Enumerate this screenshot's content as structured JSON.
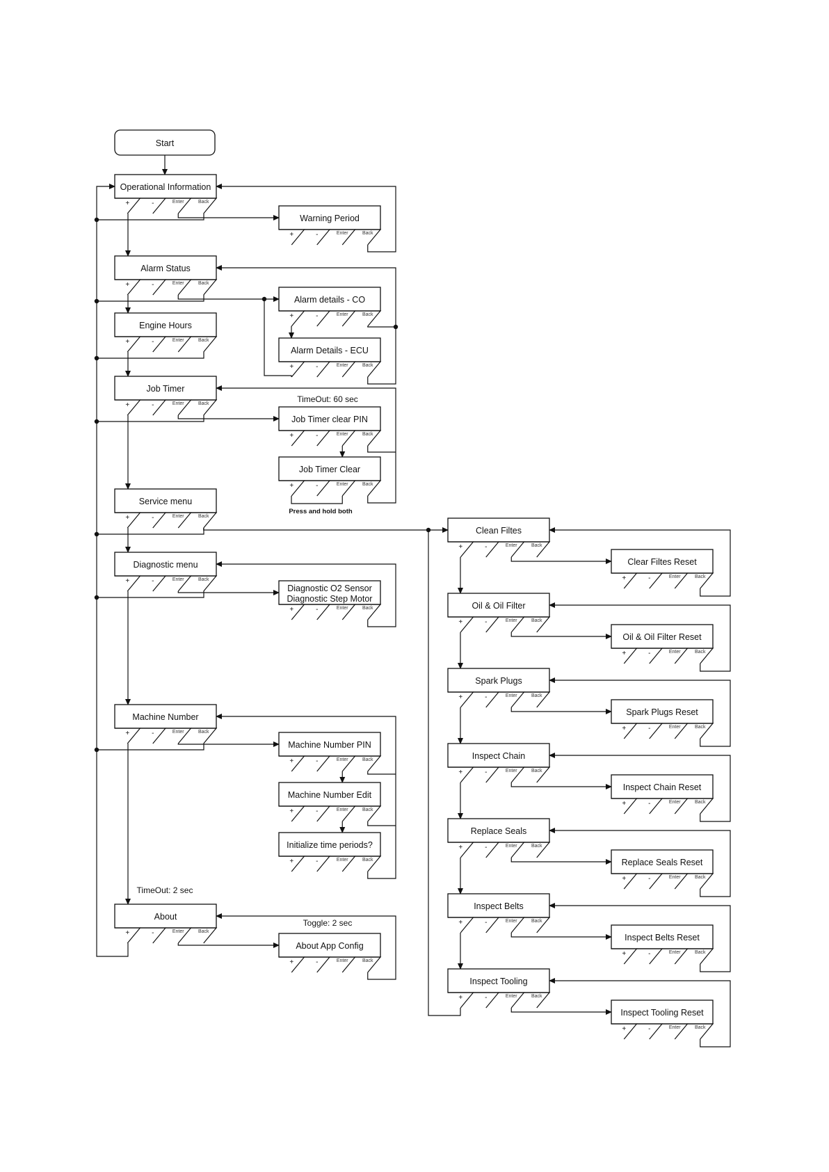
{
  "buttons": {
    "plus": "+",
    "minus": "-",
    "enter": "Enter",
    "back": "Back"
  },
  "start": "Start",
  "left_menus": [
    {
      "id": "operational",
      "label": "Operational Information"
    },
    {
      "id": "alarm",
      "label": "Alarm Status"
    },
    {
      "id": "engine",
      "label": "Engine Hours"
    },
    {
      "id": "jobtimer",
      "label": "Job Timer"
    },
    {
      "id": "service",
      "label": "Service menu"
    },
    {
      "id": "diagnostic",
      "label": "Diagnostic menu"
    },
    {
      "id": "machinenumber",
      "label": "Machine Number"
    },
    {
      "id": "about",
      "label": "About"
    }
  ],
  "sub_screens": [
    {
      "id": "warning",
      "label": "Warning Period"
    },
    {
      "id": "alarm-co",
      "label": "Alarm details - CO"
    },
    {
      "id": "alarm-ecu",
      "label": "Alarm Details - ECU"
    },
    {
      "id": "job-pin",
      "label": "Job Timer clear PIN"
    },
    {
      "id": "job-clear",
      "label": "Job Timer Clear"
    },
    {
      "id": "diag-sub",
      "label": [
        "Diagnostic O2 Sensor",
        "Diagnostic Step Motor"
      ]
    },
    {
      "id": "mn-pin",
      "label": "Machine Number PIN"
    },
    {
      "id": "mn-edit",
      "label": "Machine Number Edit"
    },
    {
      "id": "mn-init",
      "label": "Initialize time periods?"
    },
    {
      "id": "about-cfg",
      "label": "About App Config"
    }
  ],
  "service_items": [
    {
      "id": "clean-filters",
      "label": "Clean Filtes",
      "reset": "Clear Filtes Reset"
    },
    {
      "id": "oil-filter",
      "label": "Oil & Oil Filter",
      "reset": "Oil & Oil Filter Reset"
    },
    {
      "id": "spark-plugs",
      "label": "Spark Plugs",
      "reset": "Spark Plugs Reset"
    },
    {
      "id": "inspect-chain",
      "label": "Inspect Chain",
      "reset": "Inspect Chain Reset"
    },
    {
      "id": "replace-seals",
      "label": "Replace Seals",
      "reset": "Replace Seals Reset"
    },
    {
      "id": "inspect-belts",
      "label": "Inspect Belts",
      "reset": "Inspect Belts Reset"
    },
    {
      "id": "inspect-tooling",
      "label": "Inspect Tooling",
      "reset": "Inspect Tooling Reset"
    }
  ],
  "notes": {
    "job_timeout": "TimeOut: 60 sec",
    "press_hold": "Press and hold both",
    "about_timeout": "TimeOut: 2 sec",
    "toggle": "Toggle: 2 sec"
  }
}
